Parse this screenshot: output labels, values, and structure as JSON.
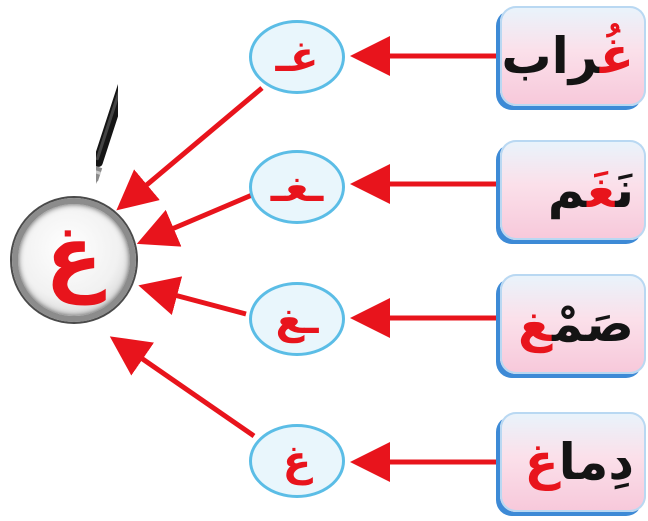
{
  "magnifier": {
    "letter": "غ"
  },
  "rows": [
    {
      "word_before": "",
      "word_highlight": "غُ",
      "word_after": "راب",
      "form": "غـ"
    },
    {
      "word_before": "نَ",
      "word_highlight": "غَ",
      "word_after": "م",
      "form": "ـغـ"
    },
    {
      "word_before": "صَمْ",
      "word_highlight": "غ",
      "word_after": "",
      "form": "ـغ"
    },
    {
      "word_before": "دِما",
      "word_highlight": "غ",
      "word_after": "",
      "form": "غ"
    }
  ],
  "colors": {
    "arrow": "#e8141c",
    "letter": "#e8141c",
    "bubble_border": "#5bbde6",
    "card_shadow": "#3d8ad6"
  }
}
